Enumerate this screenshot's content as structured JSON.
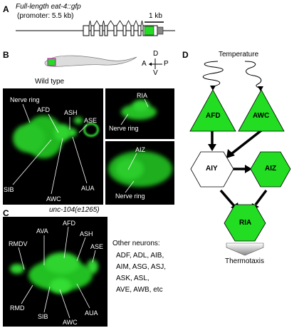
{
  "panelA": {
    "letter": "A",
    "title": "Full-length eat-4::gfp",
    "promoter": "(promoter: 5.5 kb)",
    "scale": "1 kb"
  },
  "panelB": {
    "letter": "B",
    "axis": {
      "d": "D",
      "v": "V",
      "a": "A",
      "p": "P"
    },
    "heading": "Wild type",
    "main_labels": [
      "Nerve ring",
      "AFD",
      "ASH",
      "ASE",
      "SIB",
      "AWC",
      "AUA"
    ],
    "top_right_labels": [
      "RIA",
      "Nerve ring"
    ],
    "bottom_right_labels": [
      "AIZ",
      "Nerve ring"
    ]
  },
  "panelC": {
    "letter": "C",
    "heading": "unc-104(e1265)",
    "labels": [
      "AVA",
      "AFD",
      "ASH",
      "RMDV",
      "ASE",
      "RMD",
      "SIB",
      "AWC",
      "AUA"
    ],
    "other_title": "Other neurons:",
    "other_lines": [
      "ADF, ADL, AIB,",
      "AIM, ASG, ASJ,",
      "ASK, ASL,",
      "AVE, AWB, etc"
    ]
  },
  "panelD": {
    "letter": "D",
    "temperature": "Temperature",
    "nodes": {
      "afd": "AFD",
      "awc": "AWC",
      "aiy": "AIY",
      "aiz": "AIZ",
      "ria": "RIA"
    },
    "output": "Thermotaxis"
  },
  "colors": {
    "neuron_green": "#22dd22",
    "gfp_green": "#2fd42f",
    "background": "#000000"
  }
}
